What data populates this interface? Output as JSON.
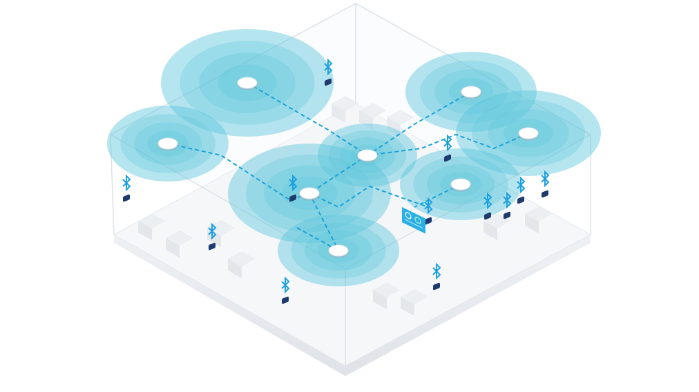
{
  "illustration": {
    "subject": "isometric-building-mesh-network",
    "access_point_count": 8,
    "beacon_count": 12
  },
  "colors": {
    "coverage": "#5cc6dc",
    "link": "#1aa3d9",
    "bluetooth": "#1a9fe0",
    "beacon_body": "#1e3a6e",
    "platform": "#f4f6f8",
    "wall_edge": "#d8dde2",
    "display_panel": "#2bb0e6"
  }
}
